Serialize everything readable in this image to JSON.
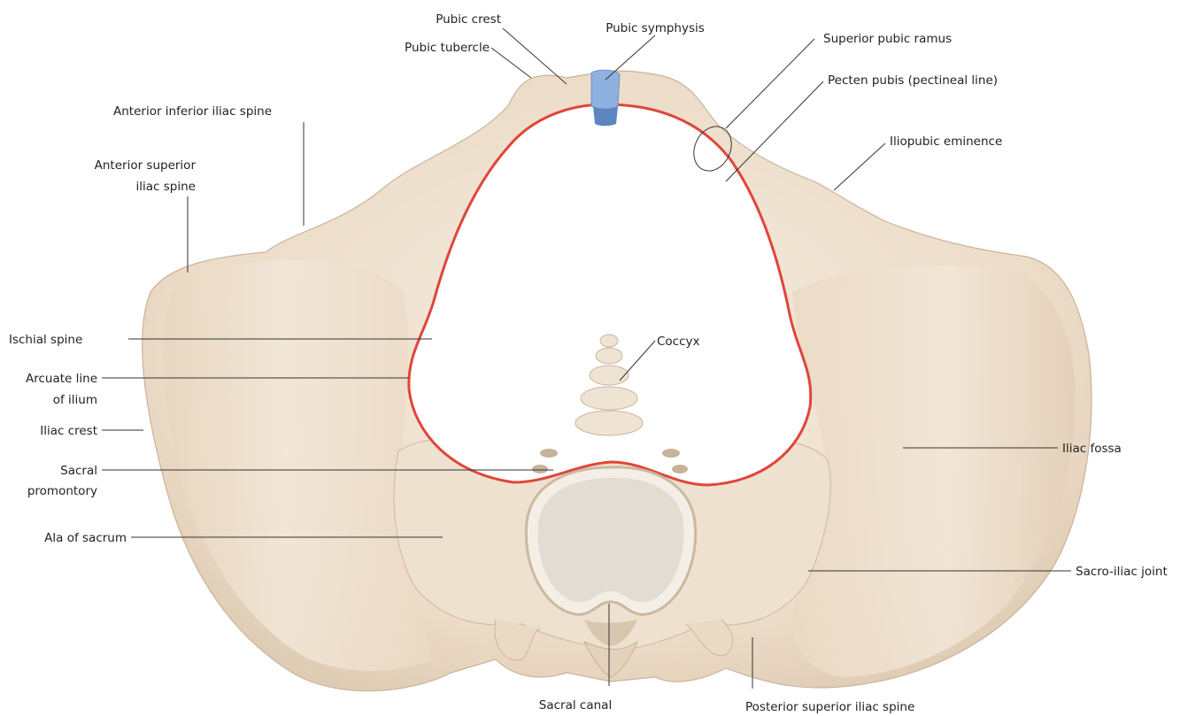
{
  "colors": {
    "bone": "#efe2d1",
    "bone_shadow": "#d9c7b1",
    "pelvic_brim": "#e0453a",
    "symphysis": "#8fb1df",
    "vertebral_body": "#e2ddd3"
  },
  "labels": {
    "pubic_crest": "Pubic crest",
    "pubic_tubercle": "Pubic tubercle",
    "pubic_symphysis": "Pubic symphysis",
    "superior_pubic_ramus": "Superior pubic ramus",
    "pecten_pubis": "Pecten pubis (pectineal line)",
    "iliopubic_eminence": "Iliopubic eminence",
    "anterior_inferior_iliac_spine": "Anterior inferior iliac spine",
    "anterior_superior_iliac_spine_1": "Anterior superior",
    "anterior_superior_iliac_spine_2": "iliac spine",
    "ischial_spine": "Ischial spine",
    "arcuate_line_1": "Arcuate line",
    "arcuate_line_2": "of ilium",
    "iliac_crest": "Iliac crest",
    "sacral_promontory_1": "Sacral",
    "sacral_promontory_2": "promontory",
    "ala_of_sacrum": "Ala of sacrum",
    "coccyx": "Coccyx",
    "iliac_fossa": "Iliac fossa",
    "sacro_iliac_joint": "Sacro-iliac joint",
    "sacral_canal": "Sacral canal",
    "posterior_superior_iliac_spine": "Posterior superior iliac spine"
  }
}
